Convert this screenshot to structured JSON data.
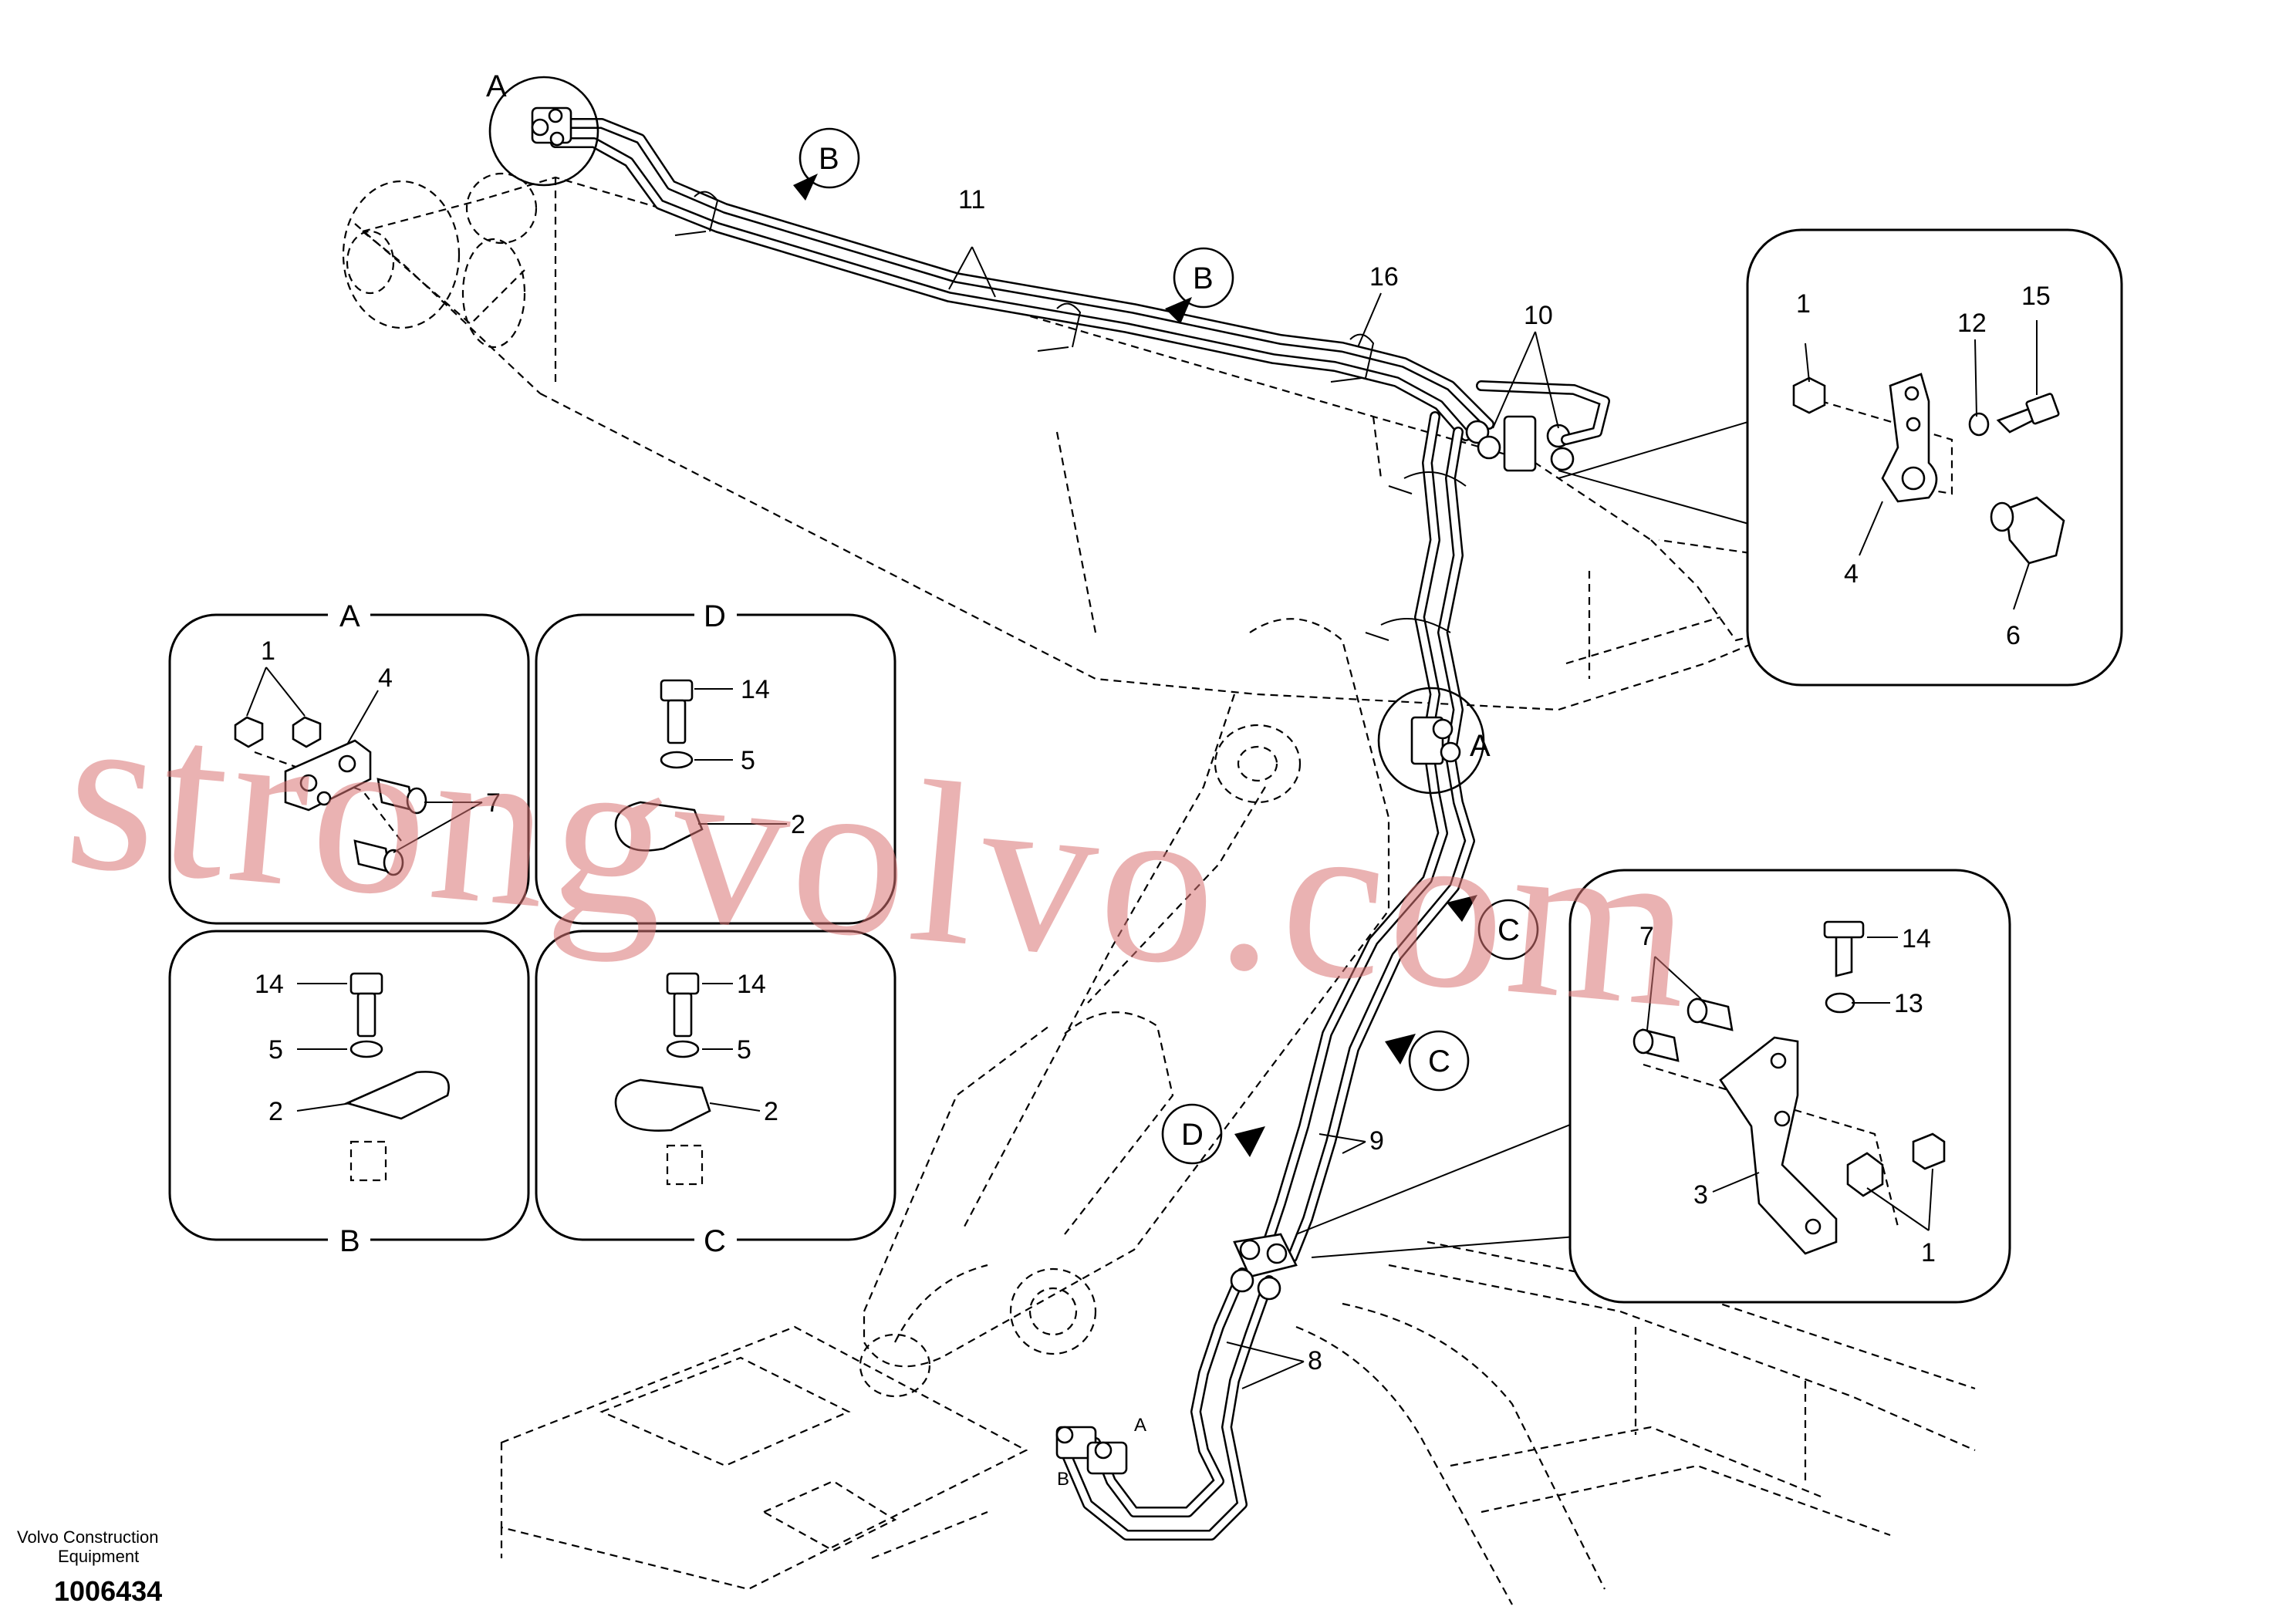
{
  "watermark": "strongvolvo.com",
  "footer": {
    "company_line1": "Volvo Construction",
    "company_line2": "Equipment",
    "drawing_number": "1006434"
  },
  "main_callouts": {
    "c11": "11",
    "c16": "16",
    "c10": "10",
    "c9": "9",
    "c8": "8",
    "viewA_top": "A",
    "viewA_mid": "A",
    "B1": "B",
    "B2": "B",
    "C1": "C",
    "C2": "C",
    "D1": "D",
    "hose_A": "A",
    "hose_B": "B"
  },
  "detail_top_right": {
    "labels": [
      "1",
      "12",
      "15",
      "4",
      "6"
    ]
  },
  "detail_bottom_right": {
    "labels": [
      "7",
      "14",
      "13",
      "3",
      "1"
    ]
  },
  "detail_A": {
    "title": "A",
    "labels": [
      "1",
      "4",
      "7"
    ]
  },
  "detail_D": {
    "title": "D",
    "labels": [
      "14",
      "5",
      "2"
    ]
  },
  "detail_B": {
    "title": "B",
    "labels": [
      "14",
      "5",
      "2"
    ]
  },
  "detail_C": {
    "title": "C",
    "labels": [
      "14",
      "5",
      "2"
    ]
  }
}
